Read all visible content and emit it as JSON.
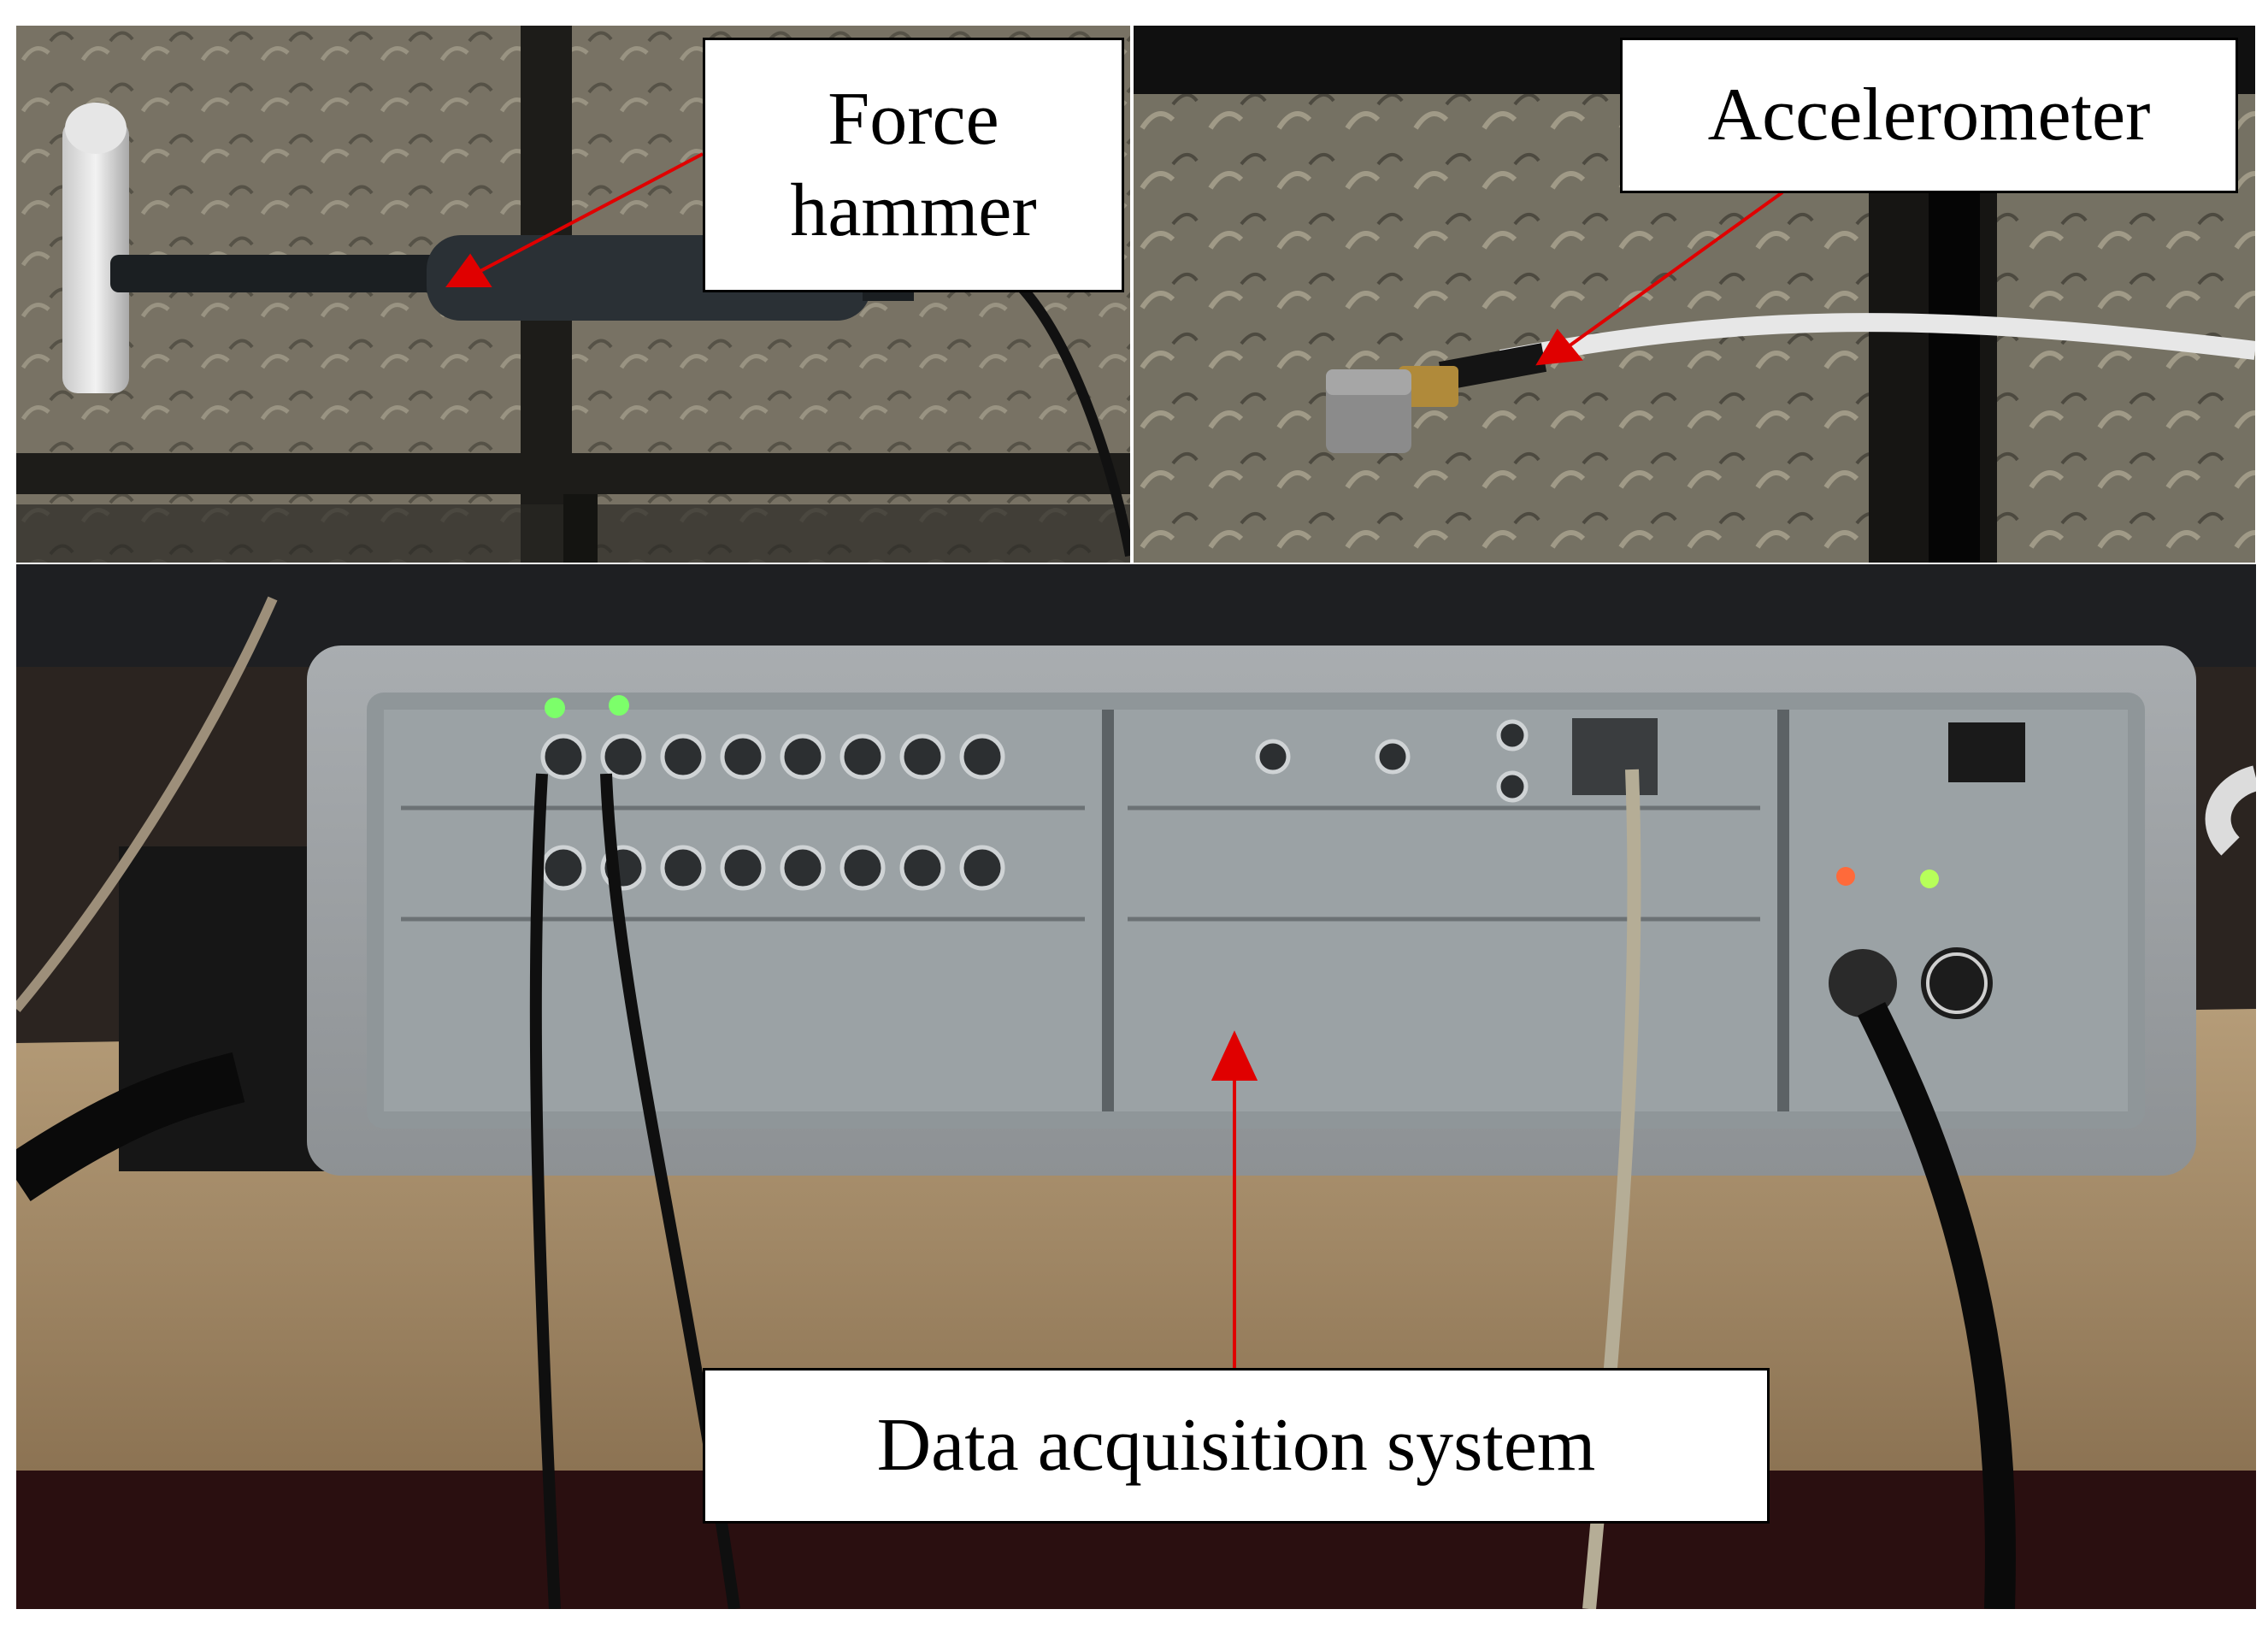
{
  "labels": {
    "force_hammer": [
      "Force",
      "hammer"
    ],
    "accelerometer": "Accelerometer",
    "data_acquisition": "Data acquisition system"
  },
  "panels": [
    {
      "name": "force-hammer-photo",
      "subject": "force hammer resting on textured steel floor plate"
    },
    {
      "name": "accelerometer-photo",
      "subject": "accelerometer sensor with cable on steel plate"
    },
    {
      "name": "data-acquisition-photo",
      "subject": "multichannel data acquisition front panel with BNC inputs and cables"
    }
  ],
  "colors": {
    "arrow": "#e00000",
    "callout_border": "#000000",
    "callout_fill": "#ffffff"
  }
}
